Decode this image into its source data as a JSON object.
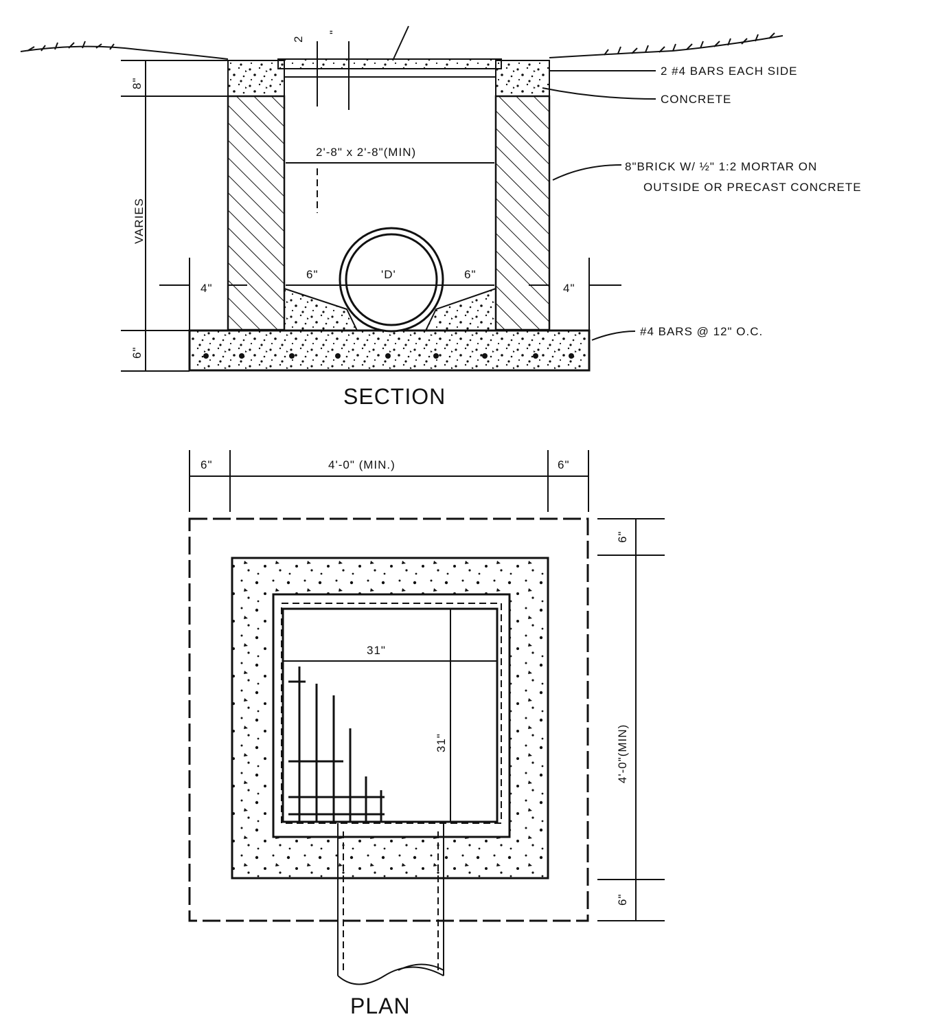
{
  "section": {
    "title": "SECTION",
    "callouts": {
      "bars_each_side": "2 #4 BARS EACH SIDE",
      "concrete": "CONCRETE",
      "brick_line1": "8\"BRICK W/ ½\" 1:2 MORTAR ON",
      "brick_line2": "OUTSIDE OR PRECAST CONCRETE",
      "bottom_bars": "#4 BARS @ 12\" O.C."
    },
    "dims": {
      "top_slab": "8\"",
      "varies": "VARIES",
      "base_slab": "6\"",
      "inside_box": "2'-8\" x 2'-8\"(MIN)",
      "left_clear": "6\"",
      "pipe_dia": "'D'",
      "right_clear": "6\"",
      "left_offset": "4\"",
      "right_offset": "4\"",
      "mark_left": "2",
      "mark_right": "\""
    }
  },
  "plan": {
    "title": "PLAN",
    "dims": {
      "left": "6\"",
      "overall_width": "4'-0\" (MIN.)",
      "right": "6\"",
      "top": "6\"",
      "overall_height": "4'-0\"(MIN)",
      "bottom": "6\"",
      "inner_width": "31\"",
      "inner_height": "31\""
    }
  }
}
